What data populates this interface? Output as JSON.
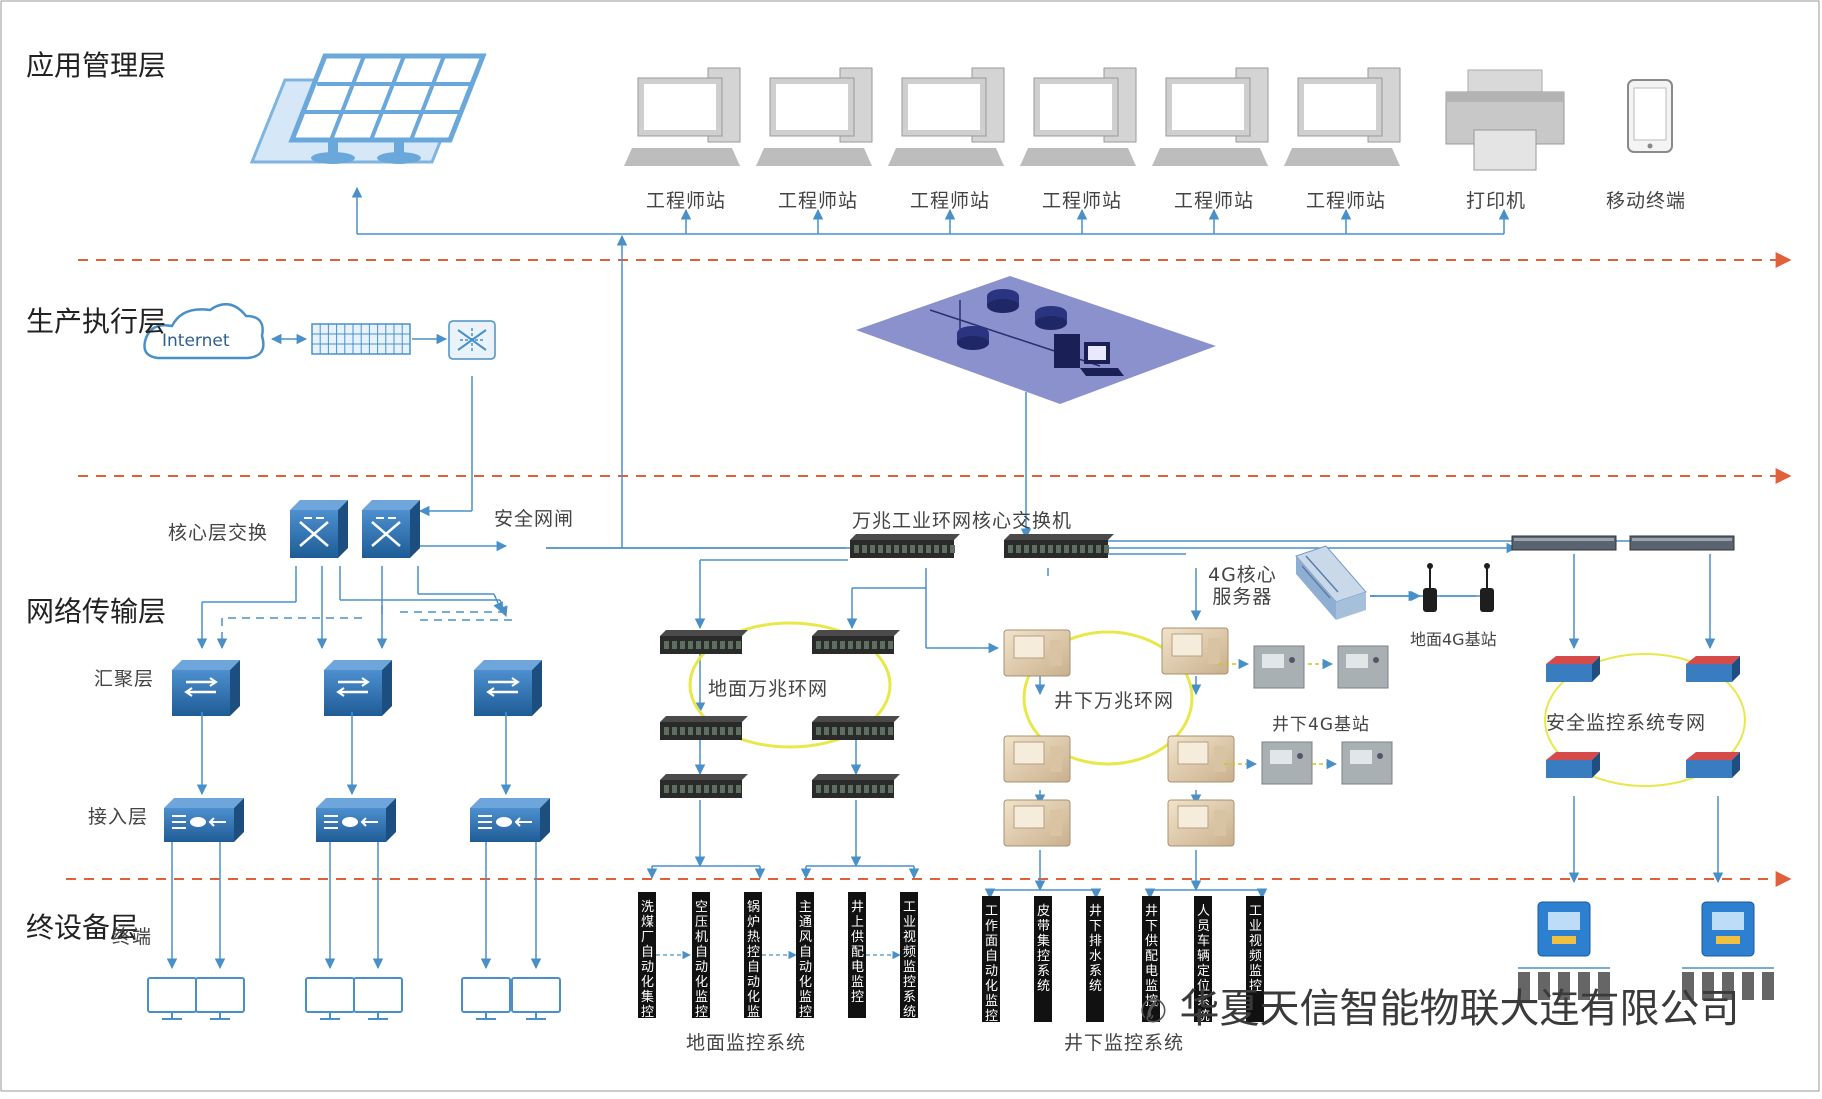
{
  "layers": {
    "app": "应用管理层",
    "production": "生产执行层",
    "network": "网络传输层",
    "terminal": "终设备层"
  },
  "app_layer": {
    "workstation_label": "工程师站",
    "printer_label": "打印机",
    "mobile_label": "移动终端"
  },
  "production_layer": {
    "internet_label": "Internet"
  },
  "network_layer": {
    "core_switch_label": "核心层交换",
    "security_gateway_label": "安全网闸",
    "aggregation_label": "汇聚层",
    "access_label": "接入层",
    "ring_core_label": "万兆工业环网核心交换机",
    "ground_ring_label": "地面万兆环网",
    "underground_ring_label": "井下万兆环网",
    "core_4g_label": "4G核心\n服务器",
    "ground_4g_label": "地面4G基站",
    "underground_4g_label": "井下4G基站",
    "safety_net_label": "安全监控系统专网"
  },
  "terminal_layer": {
    "terminal_label": "终端",
    "ground_system_label": "地面监控系统",
    "underground_system_label": "井下监控系统",
    "ground_subsystems": [
      "洗煤厂自动化集控",
      "空压机自动化监控",
      "锅炉热控自动化监控",
      "主通风自动化监控",
      "井上供配电监控",
      "工业视频监控系统"
    ],
    "underground_subsystems": [
      "工作面自动化监控",
      "皮带集控系统",
      "井下排水系统",
      "井下供配电监控",
      "人员车辆定位系统",
      "工业视频监控"
    ]
  },
  "watermark": "华夏天信智能物联大连有限公司",
  "colors": {
    "accent": "#4a90c8",
    "switch_blue": "#2e6ea8",
    "dashed_red": "#e0603a",
    "ring_yellow": "#e8e84a",
    "platform": "#8088c8"
  }
}
